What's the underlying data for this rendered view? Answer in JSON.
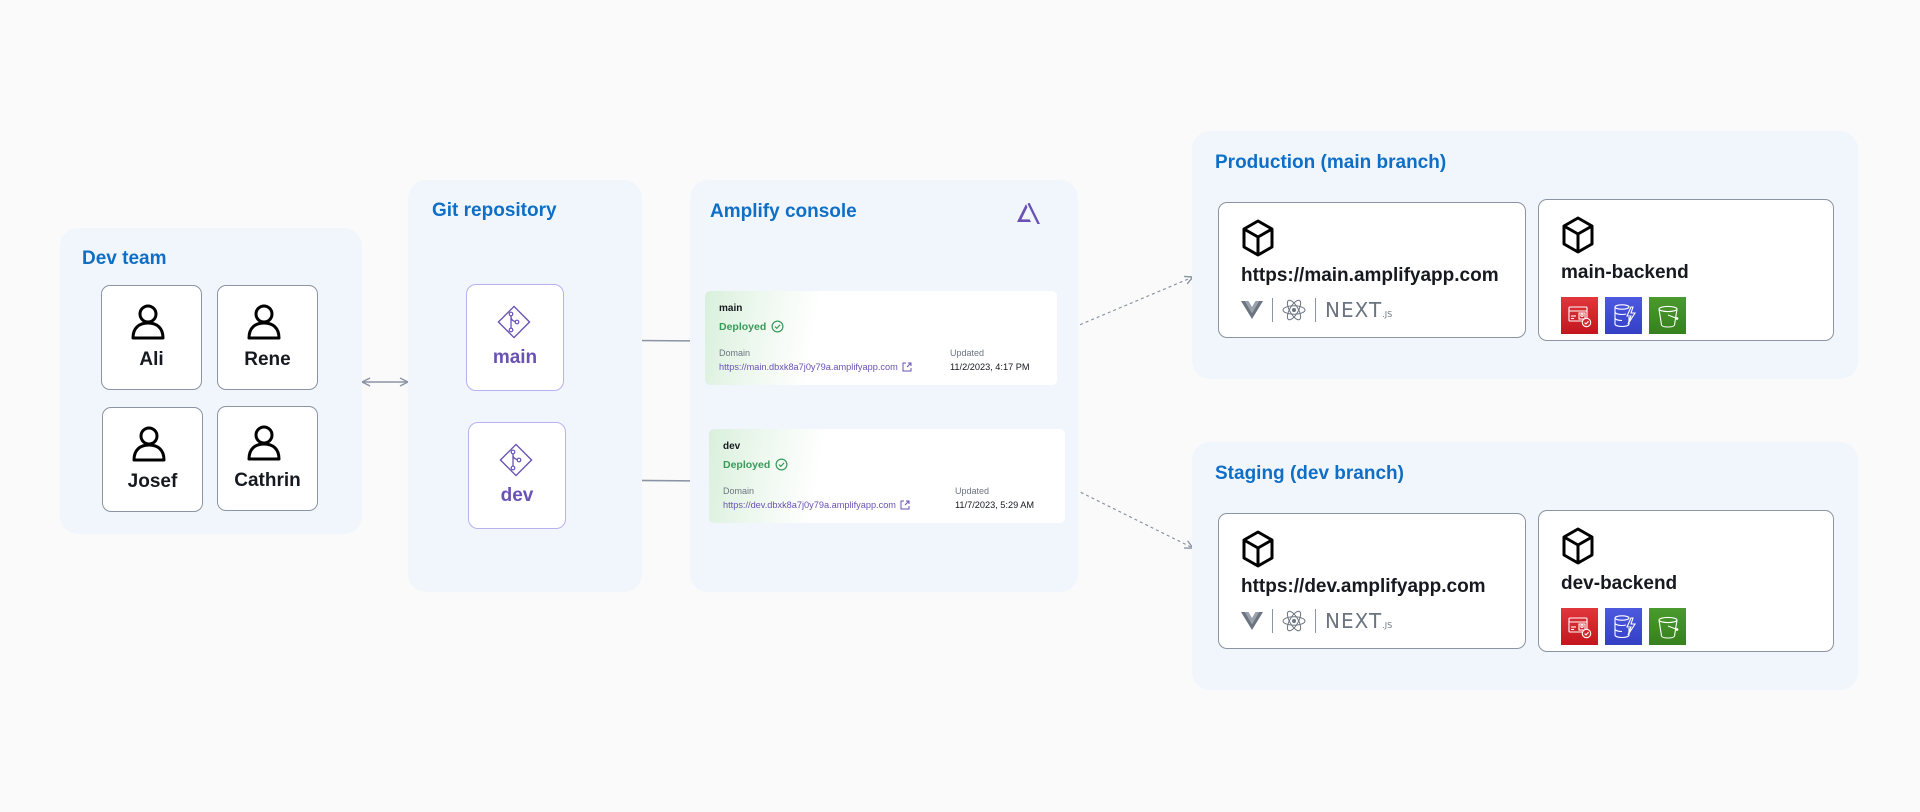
{
  "dev_team": {
    "title": "Dev team",
    "members": [
      {
        "name": "Ali",
        "icon": "user-icon"
      },
      {
        "name": "Rene",
        "icon": "user-icon"
      },
      {
        "name": "Josef",
        "icon": "user-icon"
      },
      {
        "name": "Cathrin",
        "icon": "user-icon"
      }
    ]
  },
  "git_repository": {
    "title": "Git repository",
    "branches": [
      {
        "name": "main",
        "icon": "git-branch-icon"
      },
      {
        "name": "dev",
        "icon": "git-branch-icon"
      }
    ]
  },
  "amplify_console": {
    "title": "Amplify console",
    "logo_icon": "amplify-logo-icon",
    "deployments": [
      {
        "branch": "main",
        "status": "Deployed",
        "domain_label": "Domain",
        "domain": "https://main.dbxk8a7j0y79a.amplifyapp.com",
        "updated_label": "Updated",
        "updated": "11/2/2023, 4:17 PM"
      },
      {
        "branch": "dev",
        "status": "Deployed",
        "domain_label": "Domain",
        "domain": "https://dev.dbxk8a7j0y79a.amplifyapp.com",
        "updated_label": "Updated",
        "updated": "11/7/2023, 5:29 AM"
      }
    ]
  },
  "environments": [
    {
      "title": "Production (main branch)",
      "frontend": {
        "url": "https://main.amplifyapp.com",
        "frameworks": [
          "vue",
          "react",
          "NEXT",
          ".JS"
        ]
      },
      "backend": {
        "name": "main-backend",
        "services": [
          "cognito-auth-icon",
          "dynamodb-icon",
          "s3-bucket-icon"
        ]
      }
    },
    {
      "title": "Staging (dev branch)",
      "frontend": {
        "url": "https://dev.amplifyapp.com",
        "frameworks": [
          "vue",
          "react",
          "NEXT",
          ".JS"
        ]
      },
      "backend": {
        "name": "dev-backend",
        "services": [
          "cognito-auth-icon",
          "dynamodb-icon",
          "s3-bucket-icon"
        ]
      }
    }
  ],
  "colors": {
    "panel_bg": "#f1f6fd",
    "title_blue": "#0f6fc6",
    "branch_purple": "#6a52b5",
    "deployed_green": "#3a9a5a",
    "auth_red": "#d6242d",
    "dynamo_blue": "#3b48cc",
    "s3_green": "#3f8624"
  }
}
